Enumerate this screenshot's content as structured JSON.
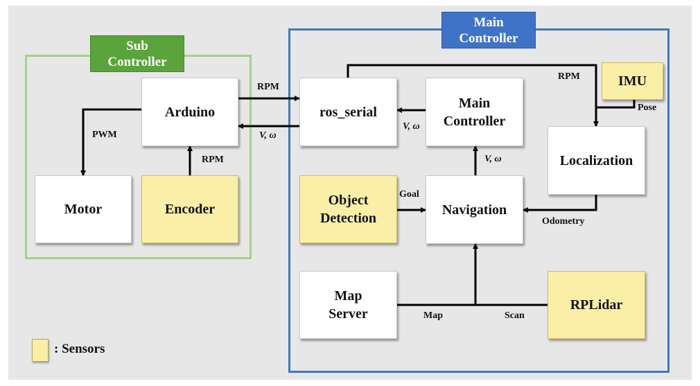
{
  "groups": {
    "sub": {
      "line1": "Sub",
      "line2": "Controller",
      "border": "#a5d08a",
      "tag_color": "#5aa43b"
    },
    "main": {
      "line1": "Main",
      "line2": "Controller",
      "border": "#3c7ac2",
      "tag_color": "#3f73c8"
    }
  },
  "nodes": {
    "arduino": {
      "label": "Arduino"
    },
    "motor": {
      "label": "Motor"
    },
    "encoder": {
      "label": "Encoder"
    },
    "ros_serial": {
      "label": "ros_serial"
    },
    "main_controller": {
      "line1": "Main",
      "line2": "Controller"
    },
    "imu": {
      "label": "IMU"
    },
    "localization": {
      "label": "Localization"
    },
    "object_detection": {
      "line1": "Object",
      "line2": "Detection"
    },
    "navigation": {
      "label": "Navigation"
    },
    "map_server": {
      "line1": "Map",
      "line2": "Server"
    },
    "rplidar": {
      "label": "RPLidar"
    }
  },
  "edge_labels": {
    "arduino_to_ros": "RPM",
    "ros_to_arduino": "V, ω",
    "arduino_to_motor": "PWM",
    "encoder_to_arduino": "RPM",
    "main_to_ros": "V, ω",
    "nav_to_main": "V, ω",
    "ros_to_loc": "RPM",
    "imu_to_loc": "Pose",
    "od_to_nav": "Goal",
    "loc_to_nav": "Odometry",
    "map_to_nav": "Map",
    "scan_to_nav": "Scan"
  },
  "legend": {
    "text": ": Sensors"
  },
  "colors": {
    "sensor_fill": "#fbefa8",
    "node_fill": "#ffffff",
    "background": "#e7e7e7",
    "arrow": "#000000"
  }
}
